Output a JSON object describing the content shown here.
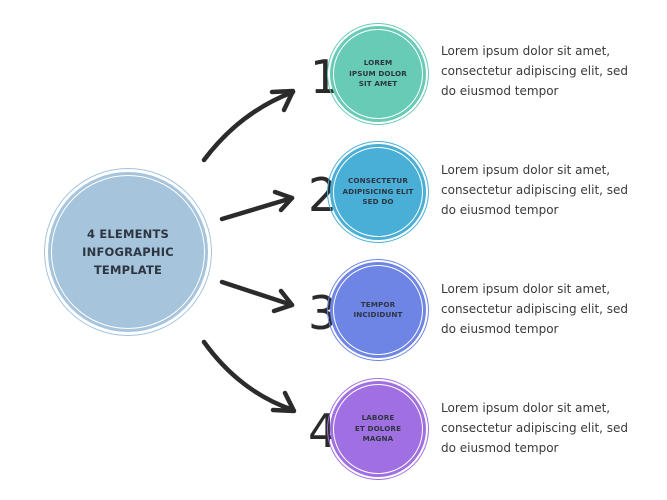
{
  "center": {
    "lines": [
      "4 ELEMENTS",
      "INFOGRAPHIC",
      "TEMPLATE"
    ],
    "color": "#a6c4dc"
  },
  "items": [
    {
      "number": "1",
      "lines": [
        "LOREM",
        "IPSUM DOLOR",
        "SIT AMET"
      ],
      "color": "#68cbb6",
      "description": [
        "Lorem ipsum dolor sit amet,",
        "consectetur adipiscing elit, sed",
        "do eiusmod tempor"
      ]
    },
    {
      "number": "2",
      "lines": [
        "CONSECTETUR",
        "ADIPISICING ELIT",
        "SED DO"
      ],
      "color": "#4aafd6",
      "description": [
        "Lorem ipsum dolor sit amet,",
        "consectetur adipiscing elit, sed",
        "do eiusmod tempor"
      ]
    },
    {
      "number": "3",
      "lines": [
        "TEMPOR",
        "INCIDIDUNT"
      ],
      "color": "#6e85e6",
      "description": [
        "Lorem ipsum dolor sit amet,",
        "consectetur adipiscing elit, sed",
        "do eiusmod tempor"
      ]
    },
    {
      "number": "4",
      "lines": [
        "LABORE",
        "ET DOLORE",
        "MAGNA"
      ],
      "color": "#a070e2",
      "description": [
        "Lorem ipsum dolor sit amet,",
        "consectetur adipiscing elit, sed",
        "do eiusmod tempor"
      ]
    }
  ],
  "arrow_color": "#2b2b2b"
}
